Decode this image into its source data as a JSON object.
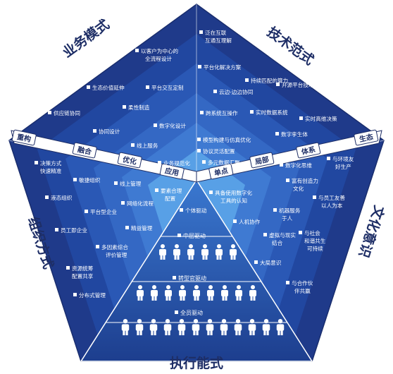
{
  "corners": {
    "top_left": "业务模式",
    "top_right": "技术范式",
    "left": "组织方式",
    "right": "文化意识",
    "bottom": "执行能式"
  },
  "ribbon": {
    "left_1": "重构",
    "left_2": "融合",
    "left_3": "优化",
    "left_4": "应用",
    "right_1": "生态",
    "right_2": "体系",
    "right_3": "局部",
    "right_4": "单点"
  },
  "sections": {
    "business": [
      "以客户为中心的",
      "全流程设计",
      "生态价值延伸",
      "平台交互定制",
      "供应链协同",
      "柔性制造",
      "协同设计",
      "数字化设计",
      "线上服务",
      "业务规范化"
    ],
    "technology": [
      "泛在互联",
      "互通互理解",
      "平台化解决方案",
      "持续匹配的算力",
      "云边-边边协同",
      "开源平台技术",
      "跨系统互操作",
      "实时数据系统",
      "实时高维决策",
      "数字孪生体",
      "模型构建与仿真优化",
      "协议灵活配置",
      "多元数据汇聚"
    ],
    "organization": [
      "决策方式",
      "快速精准",
      "敏捷组织",
      "液态组织",
      "线上管理",
      "平台型企业",
      "网络化流程",
      "员工即企业",
      "精益管理",
      "多因素综合",
      "评价管理",
      "资源统筹",
      "配置共享",
      "分布式管理",
      "要素合理",
      "配置",
      "个体驱动"
    ],
    "culture": [
      "与环境友",
      "好生产",
      "数字化思维",
      "富有创造力",
      "文化",
      "与员工友善",
      "以人为本",
      "具备使用数字化",
      "工具的认知",
      "机器服务",
      "于人",
      "人机协作",
      "虚拟与现实",
      "结合",
      "与社会",
      "和谐共生",
      "可持续",
      "大局意识",
      "与合作伙",
      "伴共赢"
    ],
    "execution": [
      "中层驱动",
      "转型官驱动",
      "全员驱动"
    ]
  }
}
